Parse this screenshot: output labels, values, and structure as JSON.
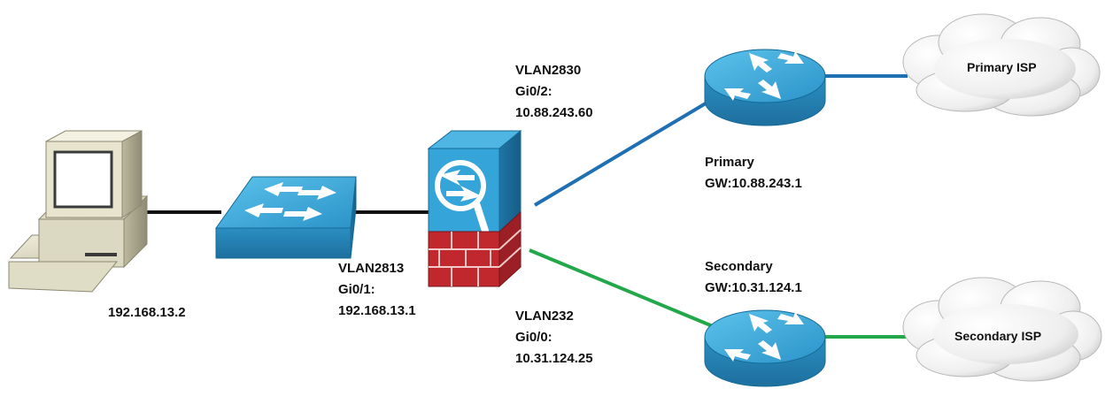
{
  "colors": {
    "link_black": "#111111",
    "link_primary": "#1f6fb3",
    "link_secondary": "#22a84a",
    "device_blue": "#35a4d8",
    "firewall_red": "#c0282d"
  },
  "pc": {
    "ip": "192.168.13.2",
    "icon": "computer-icon"
  },
  "switch": {
    "icon": "switch-icon"
  },
  "firewall": {
    "icon": "firewall-icon",
    "inside": {
      "vlan": "VLAN2813",
      "iface": "Gi0/1:",
      "ip": "192.168.13.1"
    },
    "primary": {
      "vlan": "VLAN2830",
      "iface": "Gi0/2:",
      "ip": "10.88.243.60"
    },
    "secondary": {
      "vlan": "VLAN232",
      "iface": "Gi0/0:",
      "ip": "10.31.124.25"
    }
  },
  "primary_router": {
    "icon": "router-icon",
    "name": "Primary",
    "gw": "GW:10.88.243.1"
  },
  "secondary_router": {
    "icon": "router-icon",
    "name": "Secondary",
    "gw": "GW:10.31.124.1"
  },
  "primary_isp": {
    "icon": "cloud-icon",
    "label": "Primary ISP"
  },
  "secondary_isp": {
    "icon": "cloud-icon",
    "label": "Secondary ISP"
  }
}
